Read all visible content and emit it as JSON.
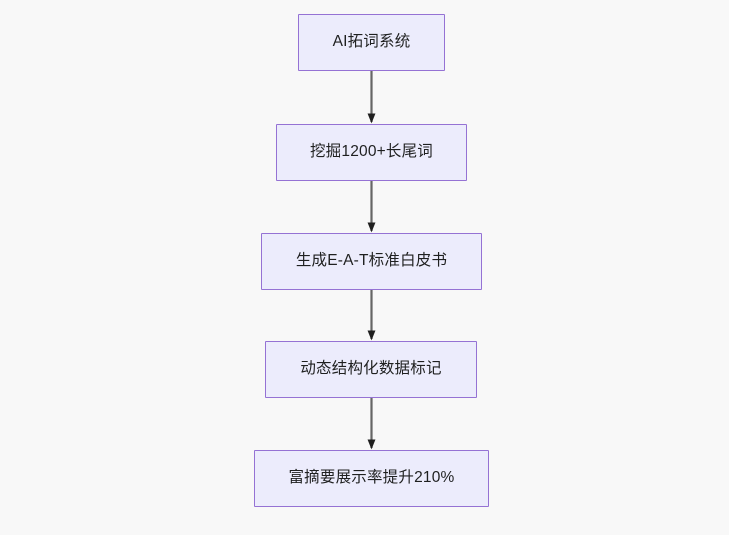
{
  "diagram": {
    "type": "flowchart",
    "orientation": "top-to-bottom",
    "background_color": "#f8f8f8",
    "node_fill_color": "#ececfc",
    "node_border_color": "#9572d4",
    "node_text_color": "#1f2020",
    "edge_color": "#666666",
    "arrowhead_color": "#1f1f1f",
    "nodes": [
      {
        "id": "n0",
        "label": "AI拓词系统"
      },
      {
        "id": "n1",
        "label": "挖掘1200+长尾词"
      },
      {
        "id": "n2",
        "label": "生成E-A-T标准白皮书"
      },
      {
        "id": "n3",
        "label": "动态结构化数据标记"
      },
      {
        "id": "n4",
        "label": "富摘要展示率提升210%"
      }
    ],
    "edges": [
      {
        "from": "n0",
        "to": "n1",
        "label": ""
      },
      {
        "from": "n1",
        "to": "n2",
        "label": ""
      },
      {
        "from": "n2",
        "to": "n3",
        "label": ""
      },
      {
        "from": "n3",
        "to": "n4",
        "label": ""
      }
    ]
  }
}
